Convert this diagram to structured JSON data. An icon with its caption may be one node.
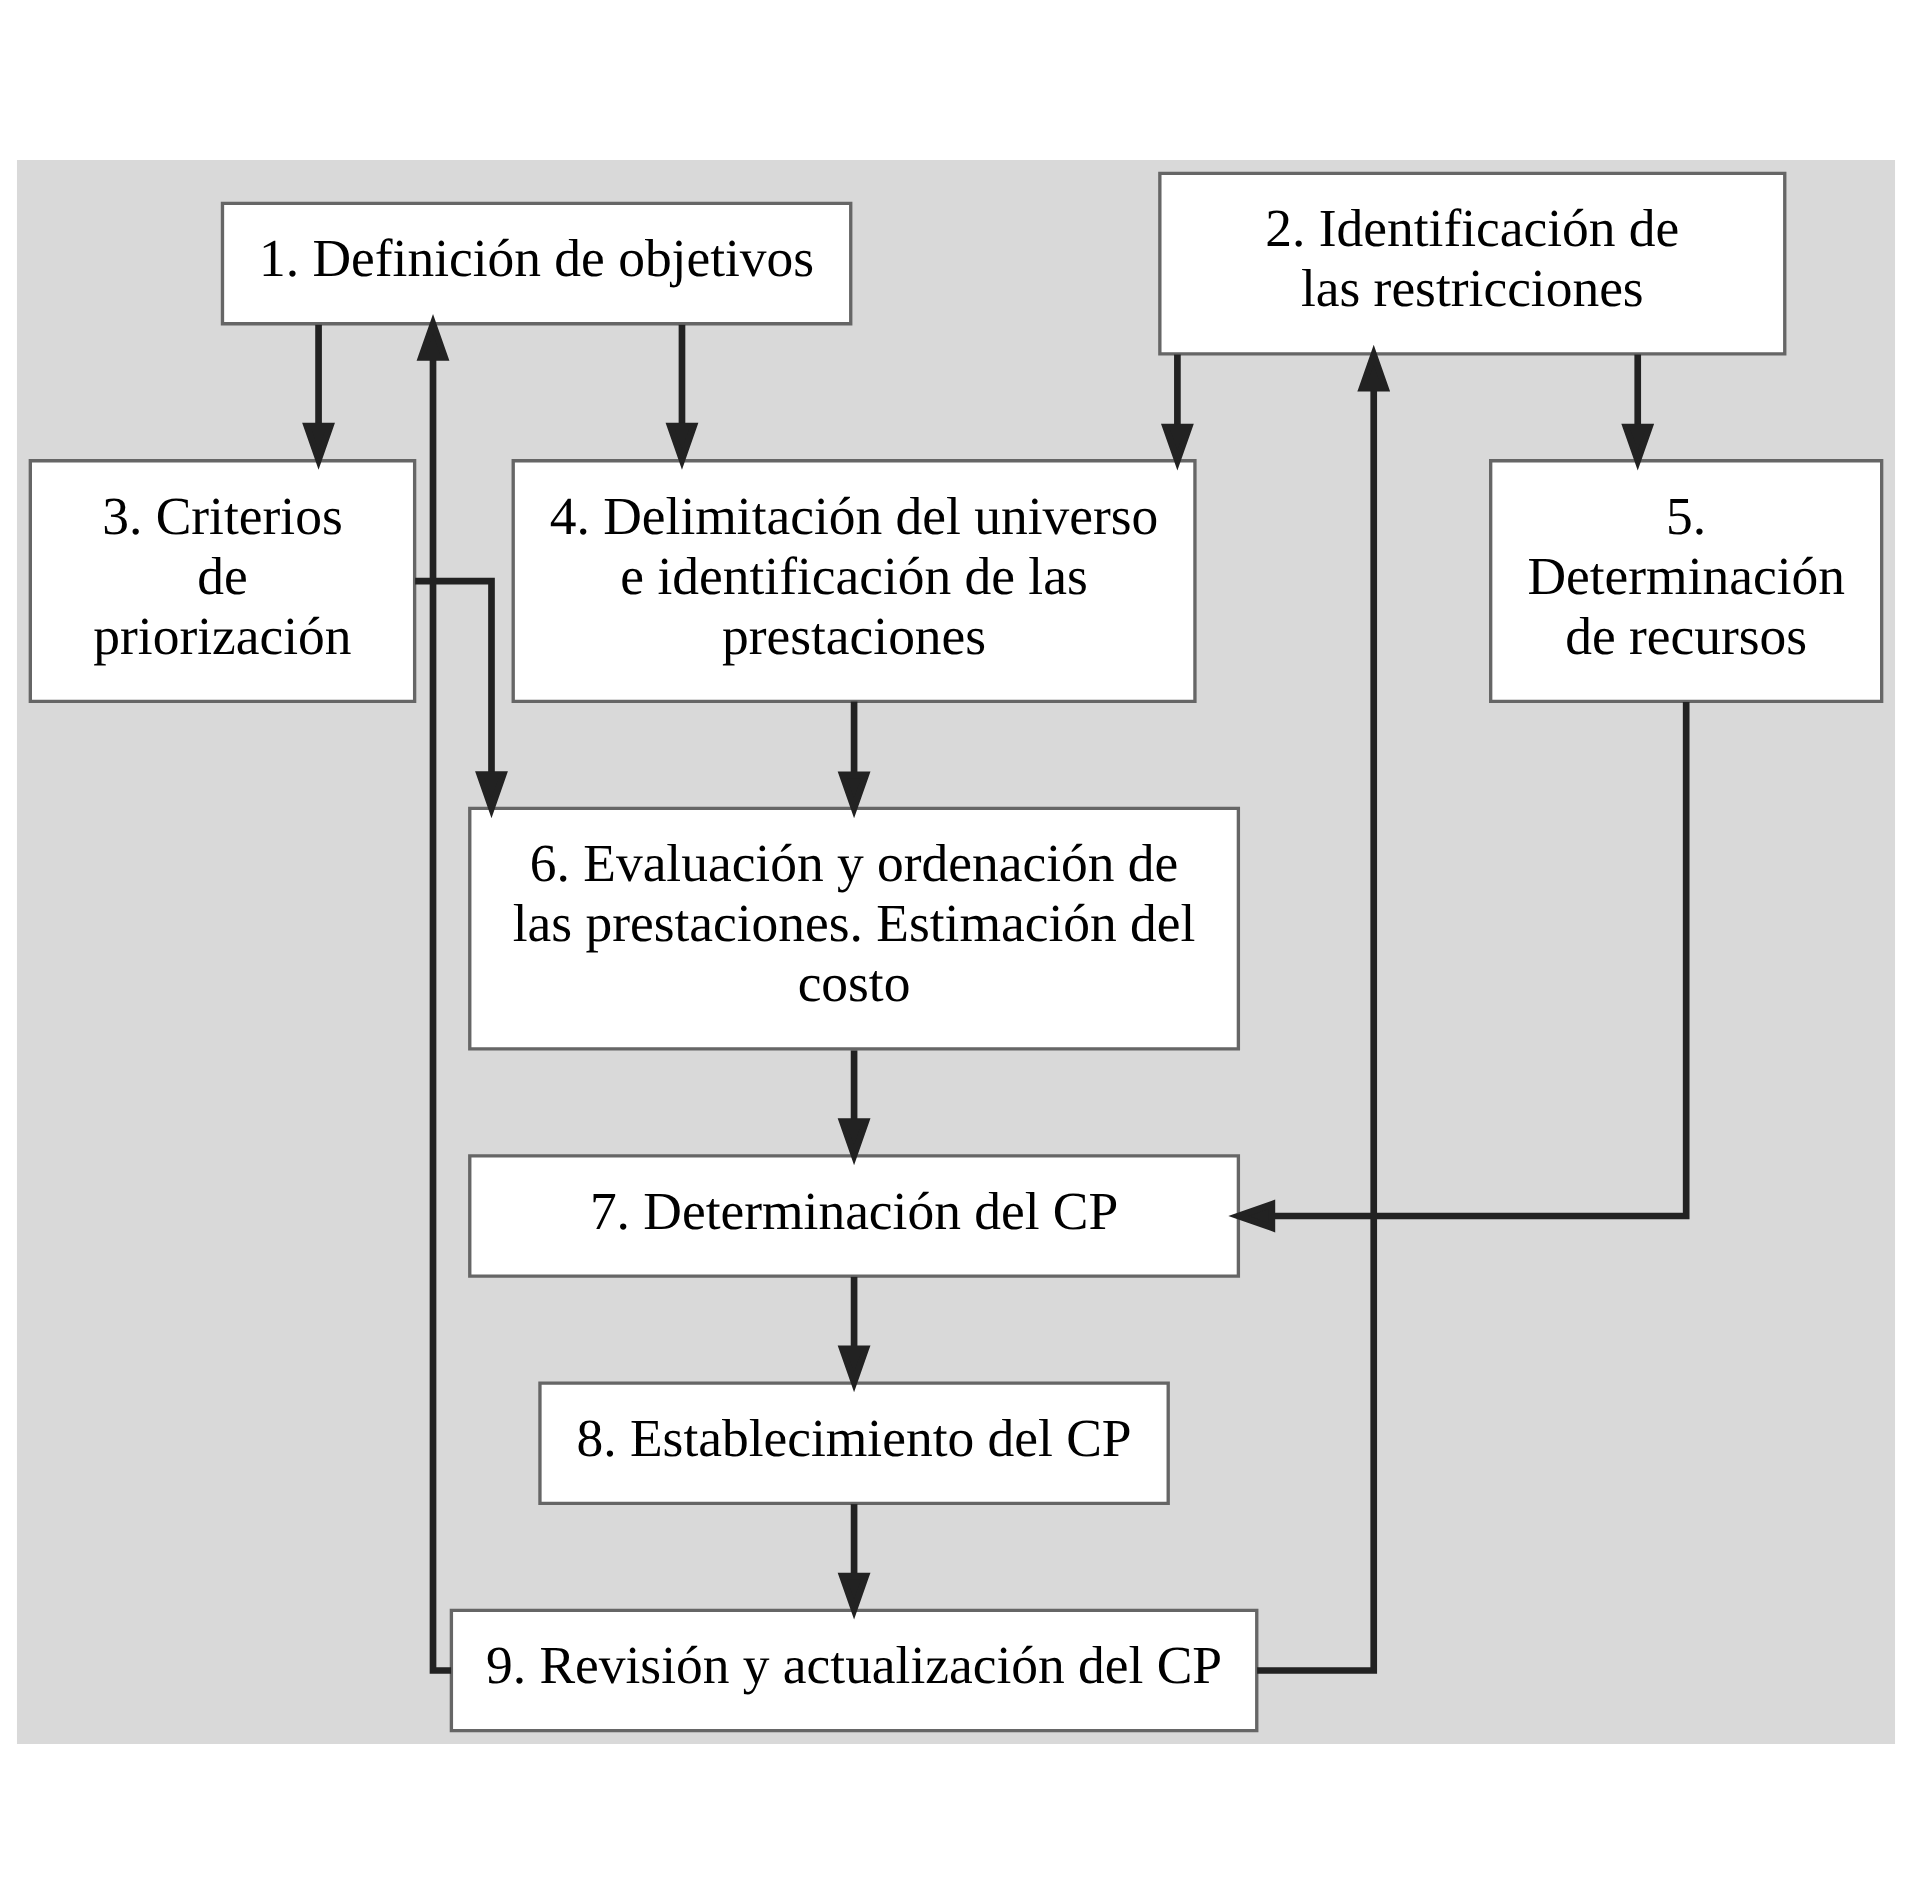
{
  "diagram": {
    "nodes": [
      {
        "text": [
          "1. Definición de objetivos"
        ]
      },
      {
        "text": [
          "2. Identificación de las restricciones"
        ]
      },
      {
        "text": [
          "3. Criterios de priorización"
        ]
      },
      {
        "text": [
          "4. Delimitación del universo e identificación de las prestaciones"
        ]
      },
      {
        "text": [
          "5. Determinación de recursos"
        ]
      },
      {
        "text": [
          "6. Evaluación y ordenación de las prestaciones. Estimación del costo"
        ]
      },
      {
        "text": [
          "7. Determinación del CP"
        ]
      },
      {
        "text": [
          "8. Establecimiento del CP"
        ]
      },
      {
        "text": [
          "9. Revisión y actualización del CP"
        ]
      }
    ],
    "edges": [
      {
        "from": 8,
        "to": 0,
        "arrow": "to"
      },
      {
        "from": 8,
        "to": 1,
        "arrow": "to"
      },
      {
        "from": 0,
        "to": 2,
        "arrow": "to"
      },
      {
        "from": 0,
        "to": 3,
        "arrow": "to"
      },
      {
        "from": 1,
        "to": 3,
        "arrow": "to"
      },
      {
        "from": 1,
        "to": 4,
        "arrow": "to"
      },
      {
        "from": 2,
        "to": 5,
        "arrow": "to"
      },
      {
        "from": 3,
        "to": 5,
        "arrow": "to"
      },
      {
        "from": 5,
        "to": 6,
        "arrow": "to"
      },
      {
        "from": 4,
        "to": 6,
        "arrow": "to"
      },
      {
        "from": 6,
        "to": 7,
        "arrow": "to"
      },
      {
        "from": 7,
        "to": 8,
        "arrow": "to"
      }
    ]
  }
}
